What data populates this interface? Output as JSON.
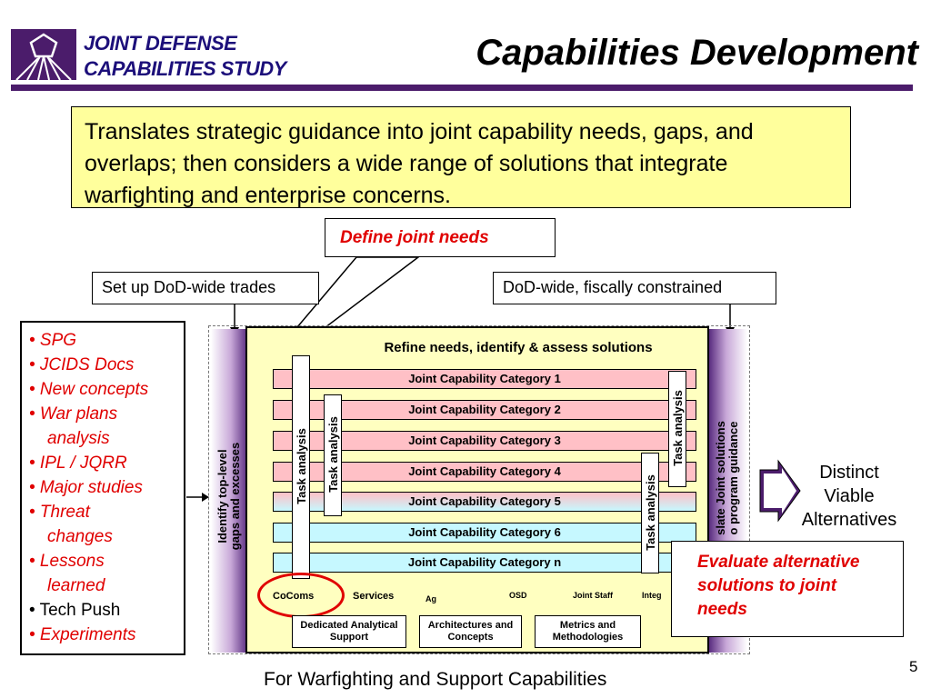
{
  "header": {
    "logo_line1": "JOINT DEFENSE",
    "logo_line2": "CAPABILITIES STUDY",
    "title": "Capabilities Development"
  },
  "summary": "Translates strategic guidance into joint capability needs, gaps, and overlaps; then considers a wide range of solutions that integrate warfighting and enterprise concerns.",
  "callouts": {
    "define": "Define joint needs",
    "setup": "Set up DoD-wide trades",
    "dod": "DoD-wide, fiscally constrained",
    "evaluate_line1": "Evaluate alternative",
    "evaluate_line2": "solutions to joint",
    "evaluate_line3": "needs"
  },
  "inputs": {
    "items": [
      "• SPG",
      "• JCIDS Docs",
      "• New concepts",
      "• War plans",
      "analysis",
      "• IPL / JQRR",
      "• Major studies",
      "• Threat",
      "changes",
      "• Lessons",
      "learned",
      "• Tech Push",
      "• Experiments"
    ]
  },
  "diagram": {
    "left_strip_line1": "Identify top-level",
    "left_strip_line2": "gaps and excesses",
    "right_strip_line1": "slate Joint solutions",
    "right_strip_line2": "o program guidance",
    "refine": "Refine needs, identify & assess solutions",
    "categories": [
      "Joint Capability Category 1",
      "Joint Capability Category 2",
      "Joint Capability Category 3",
      "Joint Capability Category 4",
      "Joint Capability Category 5",
      "Joint Capability Category 6",
      "Joint Capability Category n"
    ],
    "task_label": "Task analysis",
    "cocoms": "CoComs",
    "services": "Services",
    "partial_ag": "Ag",
    "partial_osd": "OSD",
    "partial_jointstaff": "Joint Staff",
    "partial_integ": "Integ",
    "support_1": "Dedicated Analytical Support",
    "support_2": "Architectures and Concepts",
    "support_3": "Metrics and Methodologies"
  },
  "outcome": {
    "line1": "Distinct",
    "line2": "Viable",
    "line3": "Alternatives"
  },
  "footer": "For Warfighting and Support Capabilities",
  "page_number": "5",
  "colors": {
    "purple": "#4b1c6b",
    "logo_text": "#1c0f7a",
    "summary_bg": "#ffff9c",
    "red_text": "#e00000",
    "pink_category": "#ffc0c6",
    "blue_category": "#c6f8ff",
    "panel_bg": "#ffffc0"
  }
}
